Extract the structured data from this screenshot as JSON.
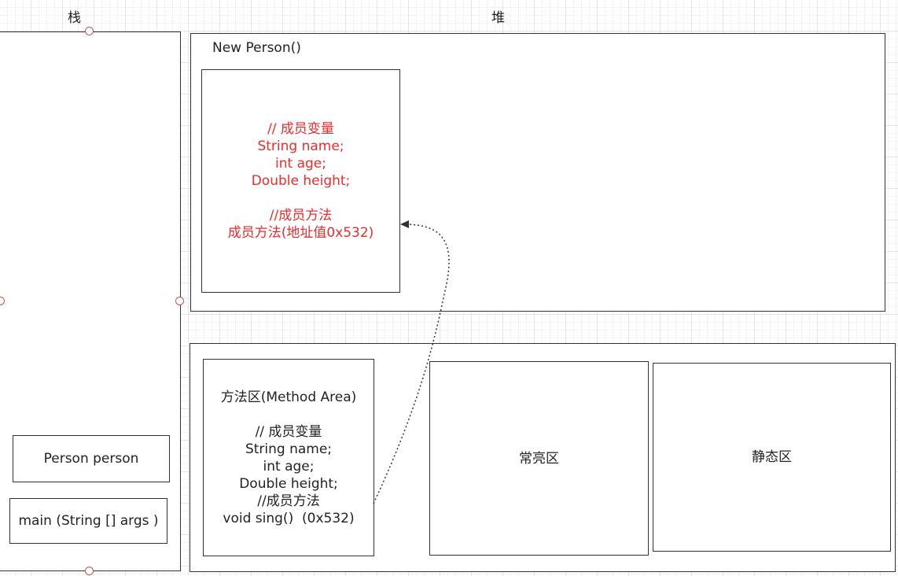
{
  "stack": {
    "title": "栈",
    "frames": [
      "Person person",
      "main (String [] args )"
    ]
  },
  "heap": {
    "title": "堆",
    "object": {
      "title": "New Person()",
      "lines": [
        "// 成员变量",
        "String name;",
        "int age;",
        "Double height;",
        "",
        "//成员方法",
        "成员方法(地址值0x532)"
      ]
    }
  },
  "method_area": {
    "lines": [
      "方法区(Method Area)",
      "",
      "// 成员变量",
      "String name;",
      "int age;",
      "Double height;",
      "//成员方法",
      "void sing()  (0x532)"
    ]
  },
  "constant_pool": {
    "label": "常亮区"
  },
  "static_area": {
    "label": "静态区"
  },
  "colors": {
    "border": "#333333",
    "field_text": "#ee2b2b",
    "handle": "#b85450",
    "arrow": "#333333"
  }
}
